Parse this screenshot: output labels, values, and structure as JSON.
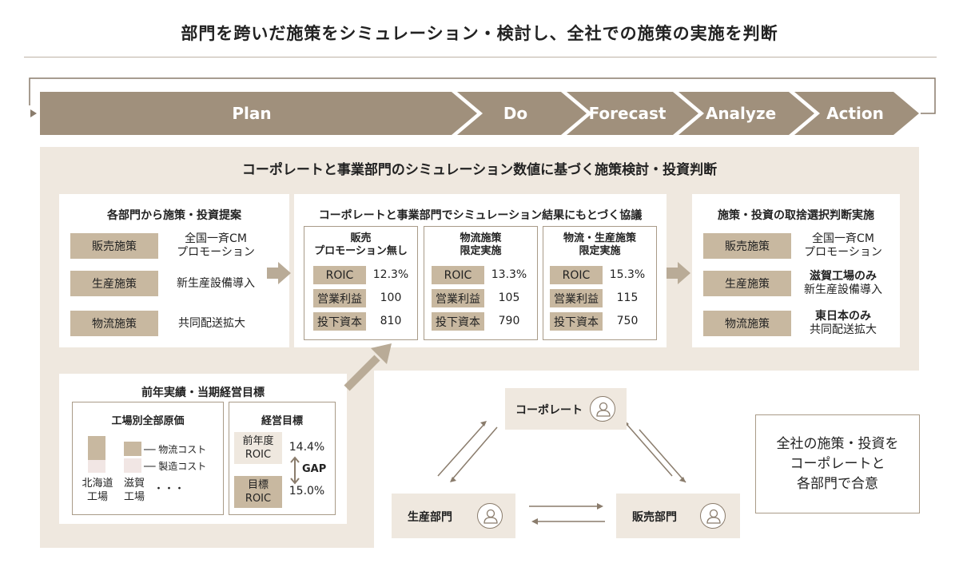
{
  "title": "部門を跨いだ施策をシミュレーション・検討し、全社での施策の実施を判断",
  "stages": [
    "Plan",
    "Do",
    "Forecast",
    "Analyze",
    "Action"
  ],
  "panel_title": "コーポレートと事業部門のシミュレーション数値に基づく施策検討・投資判断",
  "left_box": {
    "title": "各部門から施策・投資提案",
    "rows": [
      {
        "label": "販売施策",
        "value": "全国一斉CM\nプロモーション"
      },
      {
        "label": "生産施策",
        "value": "新生産設備導入"
      },
      {
        "label": "物流施策",
        "value": "共同配送拡大"
      }
    ]
  },
  "middle_box": {
    "title": "コーポレートと事業部門でシミュレーション結果にもとづく協議",
    "scenarios": [
      {
        "name": "販売\nプロモーション無し",
        "roic": "12.3%",
        "profit": "100",
        "capital": "810"
      },
      {
        "name": "物流施策\n限定実施",
        "roic": "13.3%",
        "profit": "105",
        "capital": "790"
      },
      {
        "name": "物流・生産施策\n限定実施",
        "roic": "15.3%",
        "profit": "115",
        "capital": "750"
      }
    ],
    "metric_labels": [
      "ROIC",
      "営業利益",
      "投下資本"
    ]
  },
  "right_box": {
    "title": "施策・投資の取捨選択判断実施",
    "rows": [
      {
        "label": "販売施策",
        "value_bold": "",
        "value": "全国一斉CM\nプロモーション"
      },
      {
        "label": "生産施策",
        "value_bold": "滋賀工場のみ",
        "value": "新生産設備導入"
      },
      {
        "label": "物流施策",
        "value_bold": "東日本のみ",
        "value": "共同配送拡大"
      }
    ]
  },
  "bottom_box": {
    "title": "前年実績・当期経営目標",
    "factory": {
      "title": "工場別全部原価",
      "legend": [
        "── 物流コスト",
        "── 製造コスト"
      ],
      "factories": [
        "北海道\n工場",
        "滋賀\n工場"
      ],
      "ellipsis": "・・・"
    },
    "target": {
      "title": "経営目標",
      "prev_label": "前年度\nROIC",
      "prev_value": "14.4%",
      "gap": "GAP",
      "goal_label": "目標\nROIC",
      "goal_value": "15.0%"
    }
  },
  "org": {
    "corporate": "コーポレート",
    "production": "生産部門",
    "sales": "販売部門"
  },
  "consensus": "全社の施策・投資を\nコーポレートと\n各部門で合意",
  "colors": {
    "stage": "#a0907c",
    "panel": "#efe8df",
    "tan": "#c8b8a0",
    "arrow": "#b9ab97"
  }
}
